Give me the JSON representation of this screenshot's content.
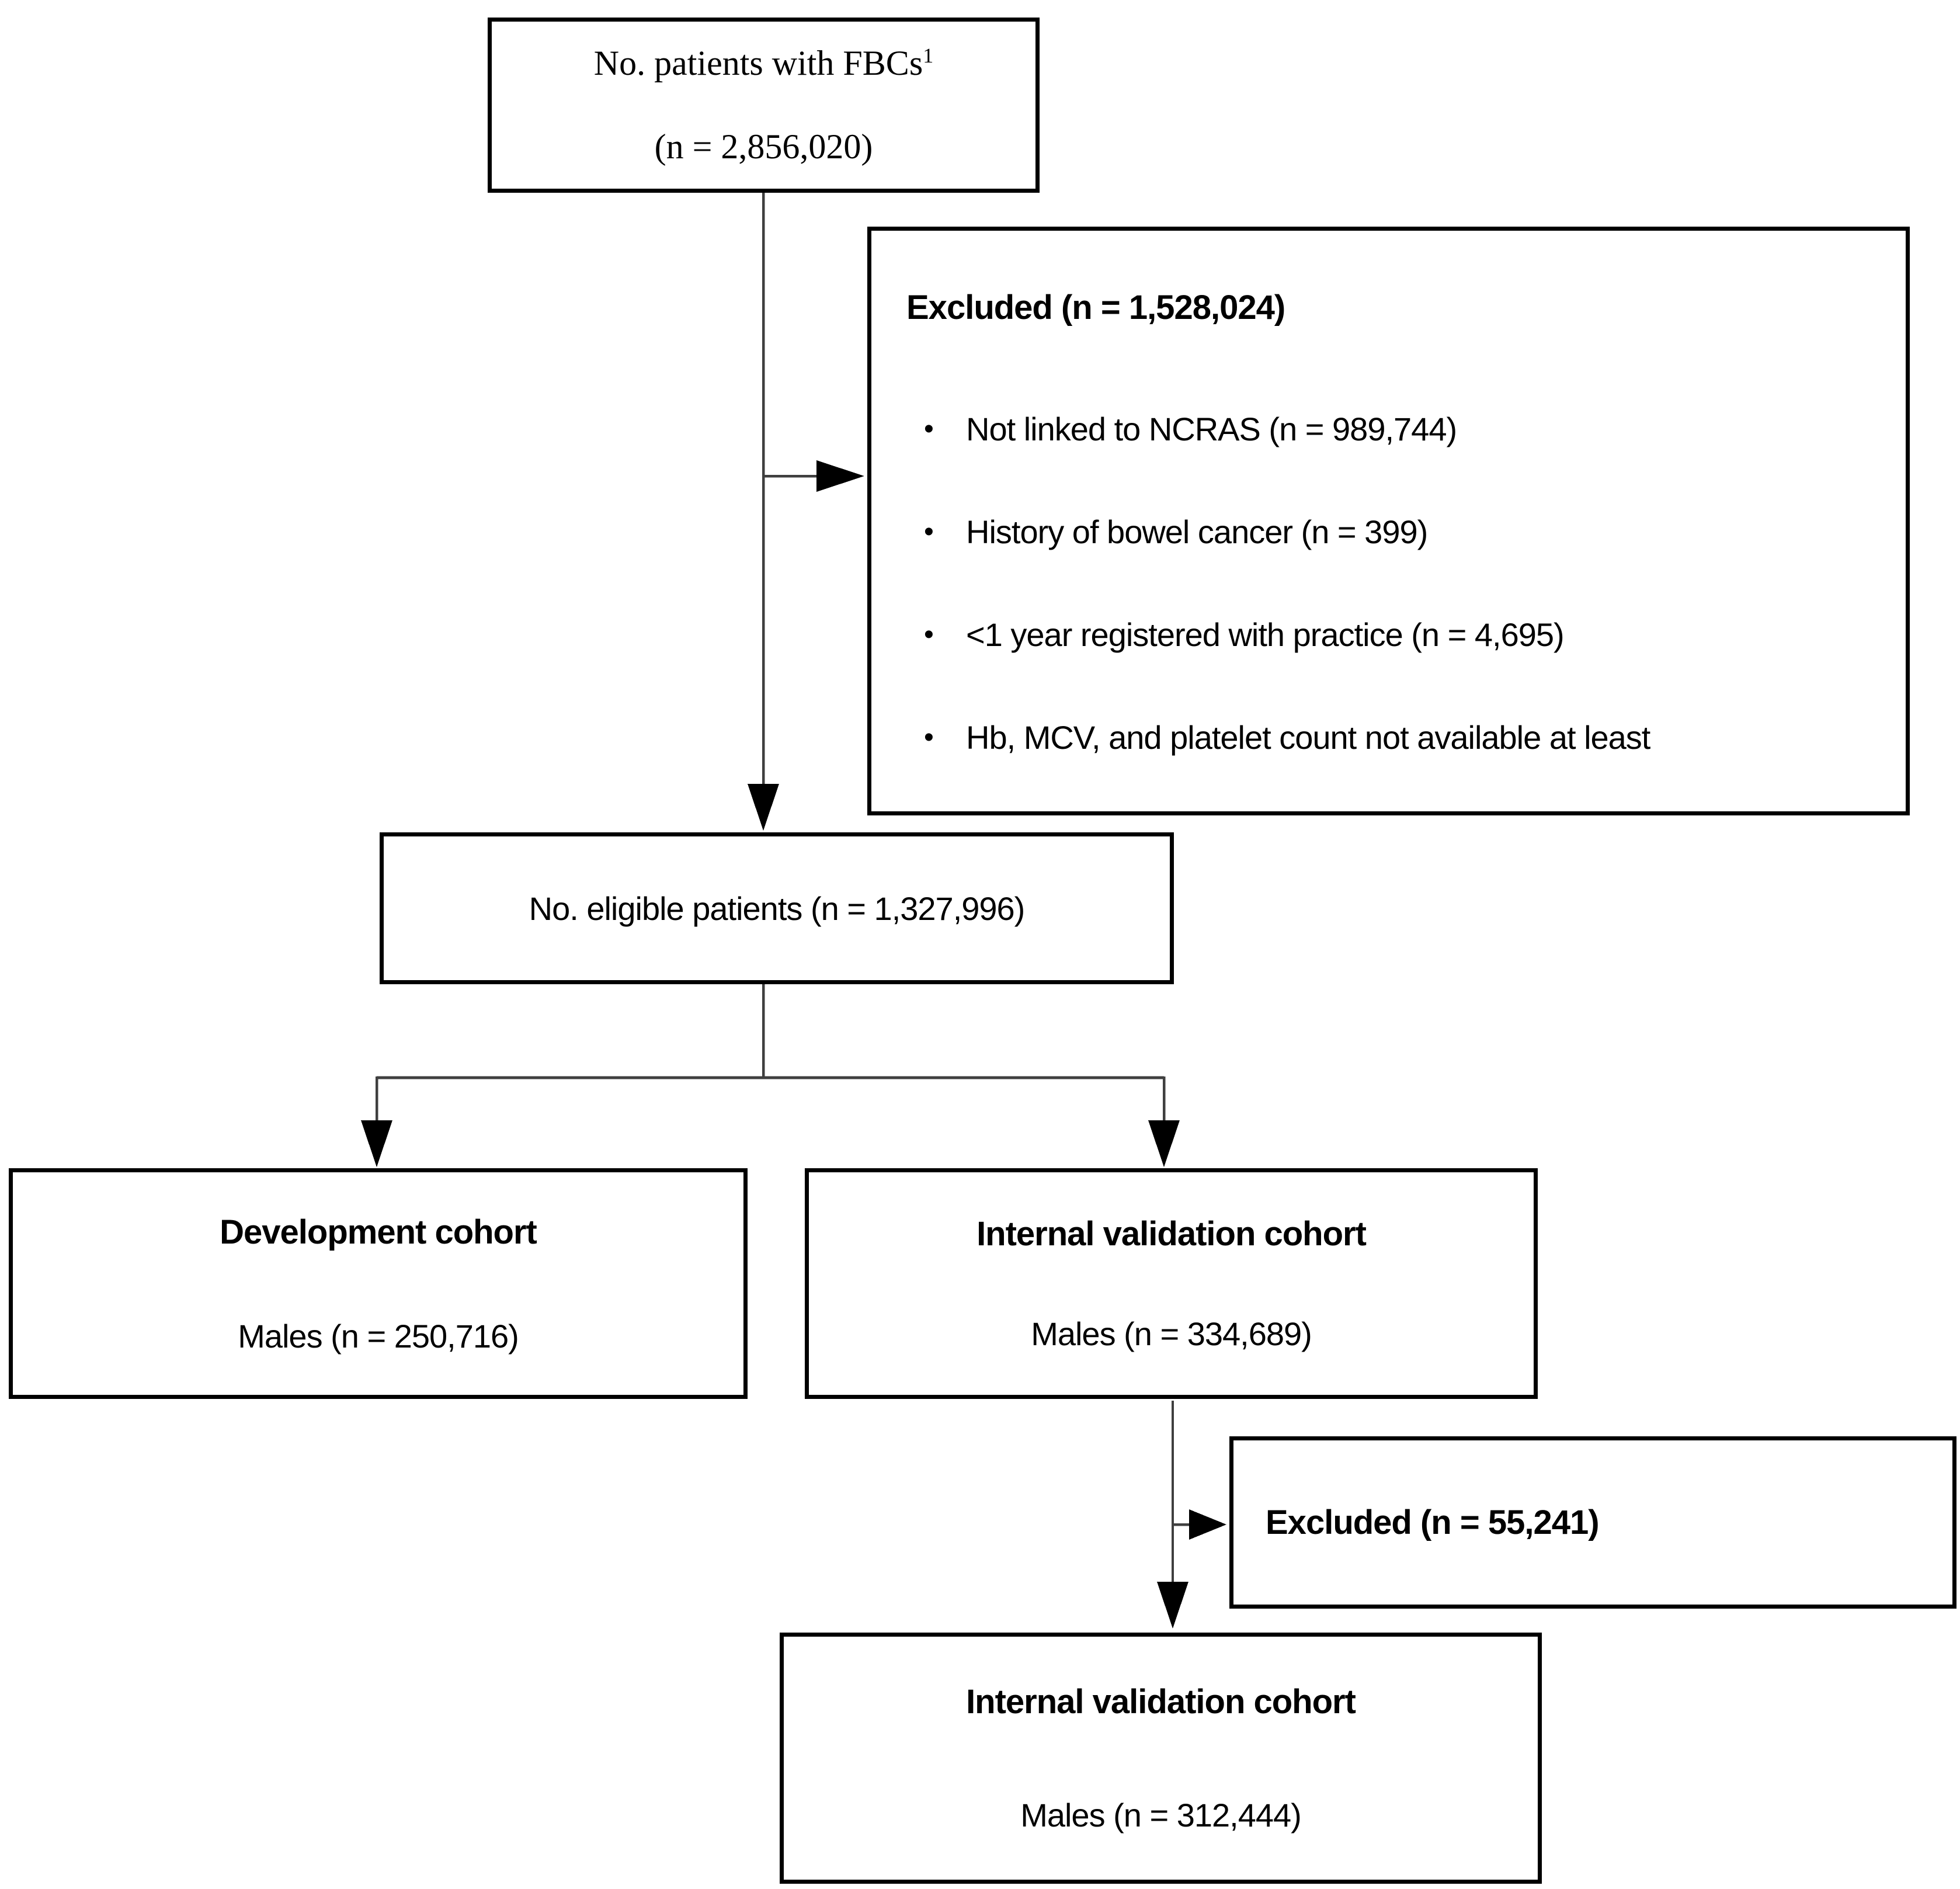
{
  "glyphs": {
    "bullet": "•"
  },
  "colors": {
    "background": "#ffffff",
    "box_border": "#000000",
    "text": "#000000",
    "connector": "#3f3f3f",
    "arrowhead": "#000000"
  },
  "boxes": {
    "patients": {
      "title": "No. patients with FBCs",
      "footnote_marker": "1",
      "count": "(n = 2,856,020)"
    },
    "excluded_main": {
      "title": "Excluded (n = 1,528,024)",
      "bullets": [
        "Not linked to NCRAS (n = 989,744)",
        "History of bowel cancer (n = 399)",
        "<1 year registered with practice (n = 4,695)",
        "Hb, MCV, and platelet count not available at least"
      ]
    },
    "eligible": {
      "label": "No. eligible patients (n = 1,327,996)"
    },
    "development": {
      "title": "Development cohort",
      "subtitle": "Males (n = 250,716)"
    },
    "internal_validation": {
      "title": "Internal validation cohort",
      "subtitle": "Males (n = 334,689)"
    },
    "excluded_internal_validation": {
      "title": "Excluded (n = 55,241)"
    },
    "internal_validation_final": {
      "title": "Internal validation cohort",
      "subtitle": "Males (n = 312,444)"
    }
  }
}
